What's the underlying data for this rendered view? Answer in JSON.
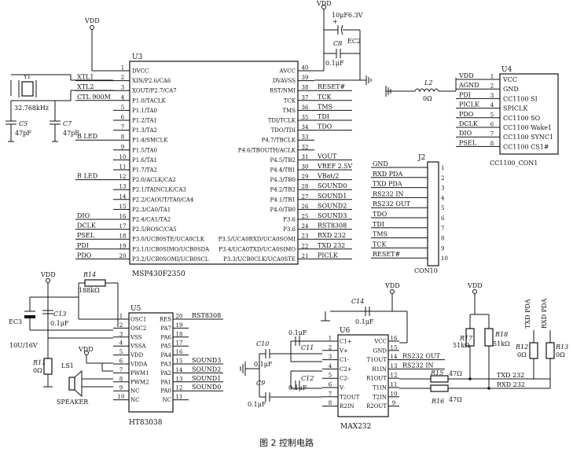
{
  "caption": "图 2   控制电路",
  "power": {
    "vdd": "VDD"
  },
  "u3": {
    "ref": "U3",
    "name": "MSP430F2350",
    "left_pins": [
      {
        "n": "1",
        "name": "DVCC"
      },
      {
        "n": "2",
        "name": "XIN/P2.6/CA6"
      },
      {
        "n": "3",
        "name": "XOUT/P2.7/CA7"
      },
      {
        "n": "4",
        "name": "P1.0/TACLK"
      },
      {
        "n": "5",
        "name": "P1.1/TA0"
      },
      {
        "n": "6",
        "name": "P1.2/TA1"
      },
      {
        "n": "7",
        "name": "P1.3/TA2"
      },
      {
        "n": "8",
        "name": "P1.4/SMCLK"
      },
      {
        "n": "9",
        "name": "P1.5/TA0"
      },
      {
        "n": "10",
        "name": "P1.6/TA1"
      },
      {
        "n": "11",
        "name": "P1.7/TA2"
      },
      {
        "n": "12",
        "name": "P2.0/ACLK/CA2"
      },
      {
        "n": "13",
        "name": "P2.1/TAINCLK/CA3"
      },
      {
        "n": "14",
        "name": "P2.2/CAOUT/TA0/CA4"
      },
      {
        "n": "15",
        "name": "P2.3/CA0/TA1"
      },
      {
        "n": "16",
        "name": "P2.4/CA1/TA2"
      },
      {
        "n": "17",
        "name": "P2.5/ROSC/CA5"
      },
      {
        "n": "18",
        "name": "P3.0/UCB0STE/UCA0CLK"
      },
      {
        "n": "19",
        "name": "P3.1/UCB0SIMO/UCB0SDA"
      },
      {
        "n": "20",
        "name": "P3.2/UCB0SOMI/UCB0SCL"
      }
    ],
    "left_nets": [
      "",
      "XTL1",
      "XTL2",
      "CTL 900M",
      "",
      "",
      "",
      "B LED",
      "",
      "",
      "",
      "R LED",
      "",
      "",
      "",
      "DIO",
      "DCLK",
      "PSEL",
      "PDI",
      "PDO"
    ],
    "right_pins": [
      {
        "n": "40",
        "name": "AVCC"
      },
      {
        "n": "39",
        "name": "DVAVSS"
      },
      {
        "n": "38",
        "name": "RST/NMI"
      },
      {
        "n": "37",
        "name": "TCK"
      },
      {
        "n": "36",
        "name": "TMS"
      },
      {
        "n": "35",
        "name": "TDI/TCLK"
      },
      {
        "n": "34",
        "name": "TDO/TDI"
      },
      {
        "n": "33",
        "name": "P4.7/TBCLK"
      },
      {
        "n": "32",
        "name": "P4.6/TBOUTH/ACLK"
      },
      {
        "n": "31",
        "name": "P4.5/TB2"
      },
      {
        "n": "30",
        "name": "P4.4/TB1"
      },
      {
        "n": "29",
        "name": "P4.3/TB0"
      },
      {
        "n": "28",
        "name": "P4.2/TB2"
      },
      {
        "n": "27",
        "name": "P4.1/TB1"
      },
      {
        "n": "26",
        "name": "P4.0/TB0"
      },
      {
        "n": "25",
        "name": "P3.6"
      },
      {
        "n": "24",
        "name": "P3.6"
      },
      {
        "n": "23",
        "name": "P3.5/UCA0RXD/UCA0SOMI"
      },
      {
        "n": "22",
        "name": "P3.4/UCA0TXD/UCA0SIMO"
      },
      {
        "n": "21",
        "name": "P3.3/UCB0CLK/UCA0STE"
      }
    ],
    "right_nets": [
      "",
      "",
      "RESET#",
      "TCK",
      "TMS",
      "TDI",
      "TDO",
      "",
      "",
      "VOUT",
      "VREF 2.5V",
      "VBat/2",
      "SOUND0",
      "SOUND1",
      "SOUND2",
      "SOUND3",
      "RST8308",
      "RXD 232",
      "TXD 232",
      "PICLK"
    ]
  },
  "u3_parts": {
    "crystal": "Y1",
    "crystal_value": "32.768kHz",
    "c5_ref": "C5",
    "c5_value": "47pF",
    "c7_ref": "C7",
    "c7_value": "47pF",
    "c8_ref": "C8",
    "c8_value": "0.1μF",
    "ec2_ref": "EC2",
    "ec2_value": "10μF6.3V",
    "ec2_plus": "+"
  },
  "l2": {
    "ref": "L2",
    "value": "0Ω"
  },
  "u4": {
    "ref": "U4",
    "name": "CC1100_CON1",
    "pins": [
      {
        "n": "1",
        "net": "VDD",
        "name": "VCC"
      },
      {
        "n": "2",
        "net": "AGND",
        "name": "GND"
      },
      {
        "n": "3",
        "net": "PDI",
        "name": "CC1100 SI"
      },
      {
        "n": "4",
        "net": "PICLK",
        "name": "SPICLK"
      },
      {
        "n": "5",
        "net": "PDO",
        "name": "CC1100 SO"
      },
      {
        "n": "6",
        "net": "DCLK",
        "name": "CC1100 Wake1"
      },
      {
        "n": "7",
        "net": "DIO",
        "name": "CC1100 SYNC1"
      },
      {
        "n": "8",
        "net": "PSEL",
        "name": "CC1100 CS1#"
      }
    ]
  },
  "j2": {
    "ref": "J2",
    "name": "CON10",
    "pins": [
      {
        "n": "1",
        "net": "GND"
      },
      {
        "n": "2",
        "net": "RXD PDA"
      },
      {
        "n": "3",
        "net": "TXD PDA"
      },
      {
        "n": "4",
        "net": "RS232 IN"
      },
      {
        "n": "5",
        "net": "RS232 OUT"
      },
      {
        "n": "6",
        "net": "TDO"
      },
      {
        "n": "7",
        "net": "TDI"
      },
      {
        "n": "8",
        "net": "TMS"
      },
      {
        "n": "9",
        "net": "TCK"
      },
      {
        "n": "10",
        "net": "RESET#"
      }
    ]
  },
  "u5": {
    "ref": "U5",
    "name": "HT83038",
    "left_pins": [
      {
        "n": "1",
        "name": "OSC1"
      },
      {
        "n": "2",
        "name": "OSC2"
      },
      {
        "n": "3",
        "name": "VSS"
      },
      {
        "n": "4",
        "name": "VSSA"
      },
      {
        "n": "5",
        "name": "VDD"
      },
      {
        "n": "6",
        "name": "VDDA"
      },
      {
        "n": "7",
        "name": "PWM1"
      },
      {
        "n": "8",
        "name": "PWM2"
      },
      {
        "n": "9",
        "name": "NC"
      },
      {
        "n": "10",
        "name": "NC"
      }
    ],
    "right_pins": [
      {
        "n": "20",
        "name": "RES"
      },
      {
        "n": "19",
        "name": "PA7"
      },
      {
        "n": "18",
        "name": "PA6"
      },
      {
        "n": "17",
        "name": "PA5"
      },
      {
        "n": "16",
        "name": "PA4"
      },
      {
        "n": "15",
        "name": "PA3"
      },
      {
        "n": "14",
        "name": "PA2"
      },
      {
        "n": "13",
        "name": "PA1"
      },
      {
        "n": "12",
        "name": "PA0"
      },
      {
        "n": "11",
        "name": "NC"
      }
    ],
    "right_nets": [
      "RST8308",
      "",
      "",
      "",
      "",
      "SOUND3",
      "SOUND2",
      "SOUND1",
      "SOUND0",
      ""
    ],
    "ec3_ref": "EC3",
    "ec3_value": "10U/16V",
    "c13_ref": "C13",
    "c13_value": "0.1μF",
    "r14_ref": "R14",
    "r14_value": "188kΩ",
    "r11_ref": "R11",
    "r11_value": "0Ω",
    "speaker_ref": "LS1",
    "speaker_label": "SPEAKER"
  },
  "u6": {
    "ref": "U6",
    "name": "MAX232",
    "left_pins": [
      {
        "n": "1",
        "name": "C1+"
      },
      {
        "n": "2",
        "name": "V+"
      },
      {
        "n": "3",
        "name": "C1-"
      },
      {
        "n": "4",
        "name": "C2+"
      },
      {
        "n": "5",
        "name": "C2-"
      },
      {
        "n": "6",
        "name": "V-"
      },
      {
        "n": "7",
        "name": "T2OUT"
      },
      {
        "n": "8",
        "name": "R2IN"
      }
    ],
    "right_pins": [
      {
        "n": "16",
        "name": "VCC"
      },
      {
        "n": "15",
        "name": "GND"
      },
      {
        "n": "14",
        "name": "T1OUT"
      },
      {
        "n": "13",
        "name": "R1IN"
      },
      {
        "n": "12",
        "name": "R1OUT"
      },
      {
        "n": "11",
        "name": "T1IN"
      },
      {
        "n": "10",
        "name": "T2IN"
      },
      {
        "n": "9",
        "name": "R2OUT"
      }
    ],
    "right_nets": [
      "",
      "",
      "RS232 OUT",
      "RS232 IN",
      "",
      "",
      "",
      ""
    ],
    "c14_ref": "C14",
    "c14_value": "0.1μF",
    "c10_ref": "C10",
    "c10_value": "0.1μF",
    "c11_ref": "C11",
    "c11_value": "0.1μF",
    "c12_ref": "C12",
    "c12_value": "0.1μF",
    "c9_ref": "C9",
    "c9_value": "0.1μF",
    "r15_ref": "R15",
    "r15_value": "47Ω",
    "r16_ref": "R16",
    "r16_value": "47Ω",
    "r17_ref": "R17",
    "r17_value": "51kΩ",
    "r18_ref": "R18",
    "r18_value": "51kΩ",
    "r12_ref": "R12",
    "r12_value": "0Ω",
    "r13_ref": "R13",
    "r13_value": "0Ω",
    "txd_pda": "TXD PDA",
    "rxd_pda": "RXD PDA",
    "txd232": "TXD 232",
    "rxd232": "RXD 232"
  }
}
